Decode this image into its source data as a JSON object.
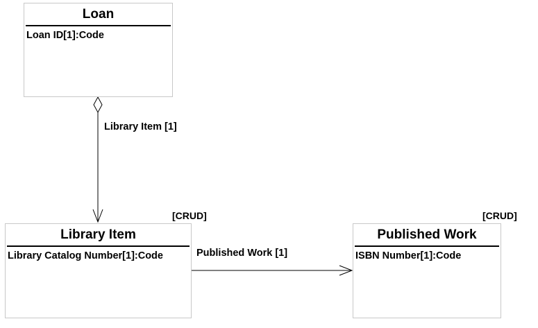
{
  "classes": {
    "loan": {
      "name": "Loan",
      "attribute": "Loan ID[1]:Code"
    },
    "library_item": {
      "name": "Library Item",
      "attribute": "Library Catalog Number[1]:Code",
      "stereotype": "[CRUD]"
    },
    "published_work": {
      "name": "Published Work",
      "attribute": "ISBN Number[1]:Code",
      "stereotype": "[CRUD]"
    }
  },
  "associations": [
    {
      "from": "Loan",
      "to": "Library Item",
      "kind": "aggregation",
      "label": "Library Item [1]"
    },
    {
      "from": "Library Item",
      "to": "Published Work",
      "kind": "directed-association",
      "label": "Published Work [1]"
    }
  ]
}
